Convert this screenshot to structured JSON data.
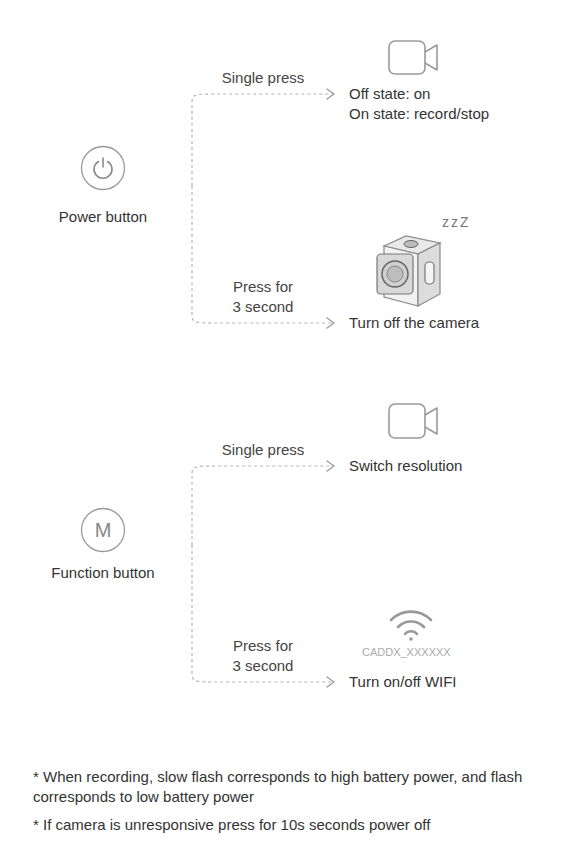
{
  "diagram": {
    "nodes": [
      {
        "text": [
          "Power button"
        ]
      },
      {
        "text": [
          "Off state: on",
          "On state: record/stop"
        ]
      },
      {
        "text": [
          "Turn off the camera"
        ]
      },
      {
        "text": [
          "M",
          "Function button"
        ]
      },
      {
        "text": [
          "Switch resolution"
        ]
      },
      {
        "text": [
          "CADDX_XXXXXX",
          "Turn on/off WIFI"
        ]
      }
    ],
    "edges": [
      {
        "from": 0,
        "to": 1,
        "label": "Single press",
        "arrow": "to"
      },
      {
        "from": 0,
        "to": 2,
        "label": "Press for 3 second",
        "arrow": "to"
      },
      {
        "from": 3,
        "to": 4,
        "label": "Single press",
        "arrow": "to"
      },
      {
        "from": 3,
        "to": 5,
        "label": "Press for 3 second",
        "arrow": "to"
      }
    ],
    "labels": [
      "zzZ",
      "* When recording, slow flash corresponds to high battery power, and flash corresponds to low battery power",
      "* If camera is unresponsive press for 10s seconds power off"
    ]
  }
}
